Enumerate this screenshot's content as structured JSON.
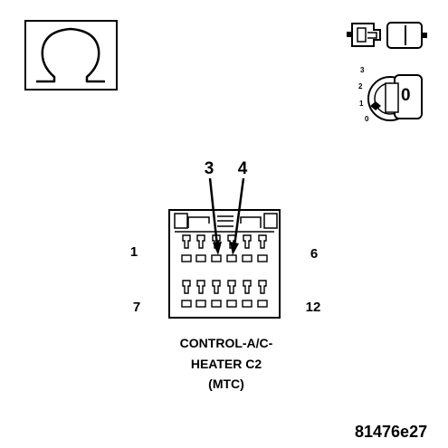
{
  "meter_icon": {
    "name": "ohmmeter-icon",
    "symbol": "Ω"
  },
  "connector_icon": {
    "name": "connector-disconnected-icon"
  },
  "ignition": {
    "name": "ignition-key-off-icon",
    "positions": [
      "3",
      "2",
      "1",
      "0"
    ],
    "key_face": "0"
  },
  "callouts": [
    "3",
    "4"
  ],
  "pin_numbers": {
    "top_left": "1",
    "top_right": "6",
    "bottom_left": "7",
    "bottom_right": "12"
  },
  "caption": {
    "line1": "CONTROL-A/C-",
    "line2": "HEATER C2",
    "line3": "(MTC)"
  },
  "figure_id": "81476e27"
}
